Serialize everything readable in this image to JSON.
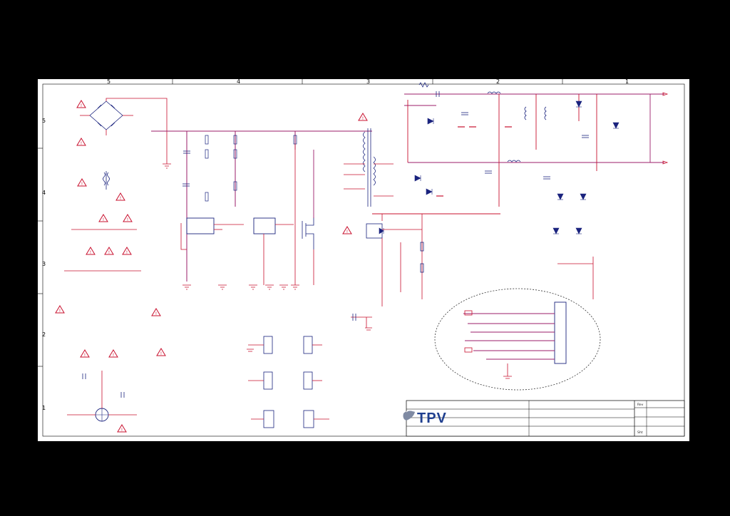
{
  "border": {
    "columns": [
      "5",
      "4",
      "3",
      "2",
      "1"
    ],
    "rows": [
      "5",
      "4",
      "3",
      "2",
      "1"
    ]
  },
  "logo": {
    "text": "TPV"
  },
  "title_block": {
    "rev_label": "Rev",
    "sheet_label": "Sht",
    "rows": [
      "",
      "",
      ""
    ]
  },
  "colors": {
    "wire": "#c8102e",
    "net": "#9b1d6a",
    "component": "#1a237e",
    "frame": "#000000"
  }
}
